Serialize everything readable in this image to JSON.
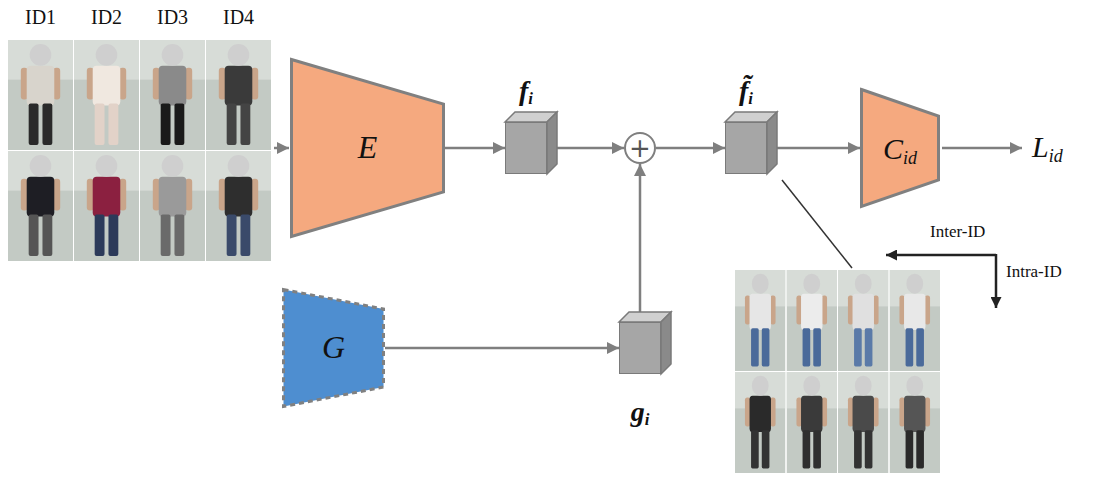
{
  "diagram": {
    "nodes": [
      {
        "text": [
          "E"
        ]
      },
      {
        "text": [
          "fi"
        ]
      },
      {
        "text": [
          "+"
        ]
      },
      {
        "text": [
          "f̃i"
        ]
      },
      {
        "text": [
          "Cid"
        ]
      },
      {
        "text": [
          "G"
        ]
      },
      {
        "text": [
          "gi"
        ]
      }
    ],
    "edges": [
      {
        "from": 0,
        "to": 1,
        "arrow": "to"
      },
      {
        "from": 1,
        "to": 2,
        "arrow": "to"
      },
      {
        "from": 2,
        "to": 3,
        "arrow": "to"
      },
      {
        "from": 3,
        "to": 4,
        "arrow": "to"
      },
      {
        "from": 5,
        "to": 6,
        "arrow": "to"
      },
      {
        "from": 6,
        "to": 2,
        "arrow": "to"
      }
    ],
    "labels": [
      "ID1",
      "ID2",
      "ID3",
      "ID4",
      "Lid",
      "Inter-ID",
      "Intra-ID"
    ]
  }
}
